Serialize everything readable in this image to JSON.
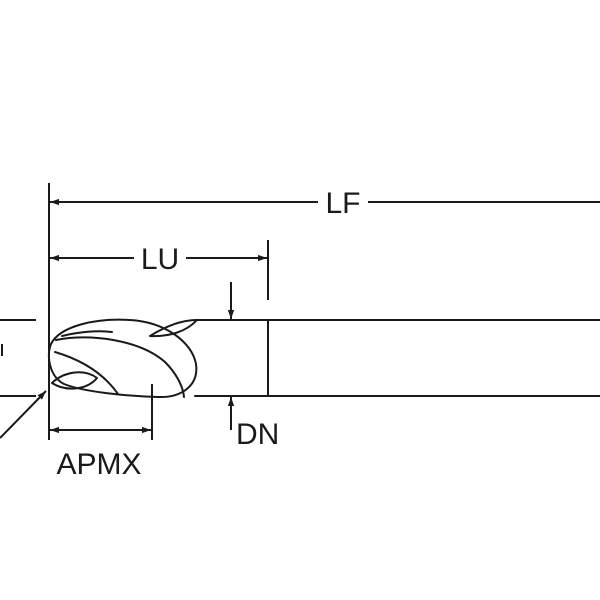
{
  "diagram": {
    "colors": {
      "line": "#1a1a1a",
      "background": "#ffffff"
    },
    "labels": {
      "lf": "LF",
      "lu": "LU",
      "apmx": "APMX",
      "dn": "DN"
    }
  }
}
